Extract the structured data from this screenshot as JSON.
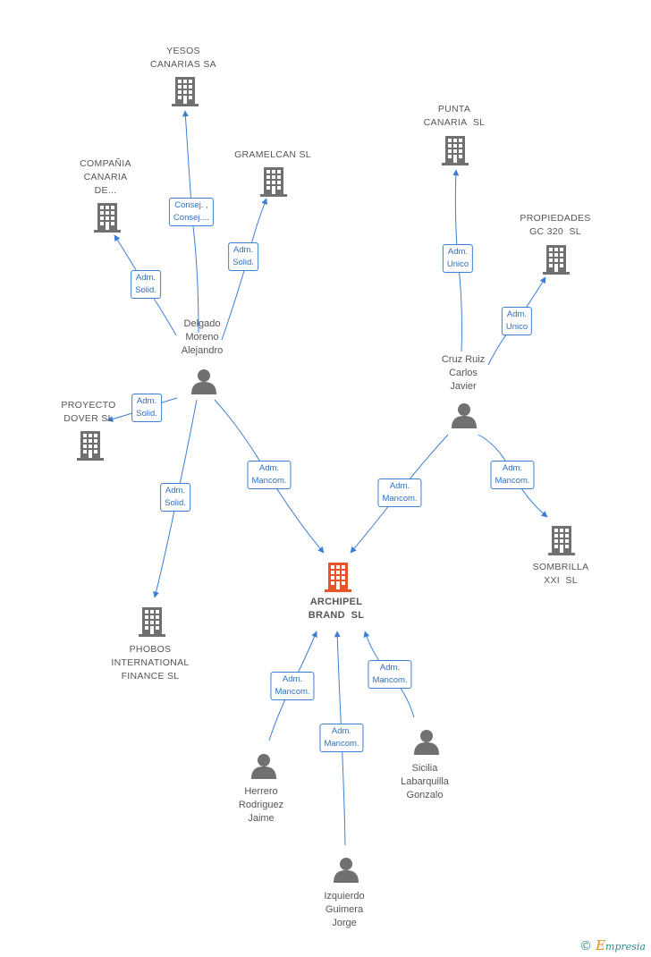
{
  "colors": {
    "edge": "#3a7fd4",
    "company": "#707070",
    "main_company": "#e8542a",
    "person": "#707070"
  },
  "companies": [
    {
      "id": "yesos",
      "lines": [
        "YESOS",
        "CANARIAS SA"
      ]
    },
    {
      "id": "gramelcan",
      "lines": [
        "GRAMELCAN SL"
      ]
    },
    {
      "id": "compania",
      "lines": [
        "COMPAÑIA",
        "CANARIA",
        "DE..."
      ]
    },
    {
      "id": "punta",
      "lines": [
        "PUNTA",
        "CANARIA  SL"
      ]
    },
    {
      "id": "propiedades",
      "lines": [
        "PROPIEDADES",
        "GC 320  SL"
      ]
    },
    {
      "id": "proyecto",
      "lines": [
        "PROYECTO",
        "DOVER SL"
      ]
    },
    {
      "id": "sombrilla",
      "lines": [
        "SOMBRILLA",
        "XXI  SL"
      ]
    },
    {
      "id": "phobos",
      "lines": [
        "PHOBOS",
        "INTERNATIONAL",
        "FINANCE SL"
      ]
    },
    {
      "id": "archipel",
      "lines": [
        "ARCHIPEL",
        "BRAND  SL"
      ],
      "main": true
    }
  ],
  "persons": [
    {
      "id": "delgado",
      "lines": [
        "Delgado",
        "Moreno",
        "Alejandro"
      ]
    },
    {
      "id": "cruz",
      "lines": [
        "Cruz Ruiz",
        "Carlos",
        "Javier"
      ]
    },
    {
      "id": "herrero",
      "lines": [
        "Herrero",
        "Rodriguez",
        "Jaime"
      ]
    },
    {
      "id": "izquierdo",
      "lines": [
        "Izquierdo",
        "Guimera",
        "Jorge"
      ]
    },
    {
      "id": "sicilia",
      "lines": [
        "Sicilia",
        "Labarquilla",
        "Gonzalo"
      ]
    }
  ],
  "edges": [
    {
      "id": "e1",
      "lines": [
        "Consej. ,",
        "Consej...."
      ]
    },
    {
      "id": "e2",
      "lines": [
        "Adm.",
        "Solid."
      ]
    },
    {
      "id": "e3",
      "lines": [
        "Adm.",
        "Solid."
      ]
    },
    {
      "id": "e4",
      "lines": [
        "Adm.",
        "Solid."
      ]
    },
    {
      "id": "e5",
      "lines": [
        "Adm.",
        "Solid."
      ]
    },
    {
      "id": "e6",
      "lines": [
        "Adm.",
        "Mancom."
      ]
    },
    {
      "id": "e7",
      "lines": [
        "Adm.",
        "Unico"
      ]
    },
    {
      "id": "e8",
      "lines": [
        "Adm.",
        "Unico"
      ]
    },
    {
      "id": "e9",
      "lines": [
        "Adm.",
        "Mancom."
      ]
    },
    {
      "id": "e10",
      "lines": [
        "Adm.",
        "Mancom."
      ]
    },
    {
      "id": "e11",
      "lines": [
        "Adm.",
        "Mancom."
      ]
    },
    {
      "id": "e12",
      "lines": [
        "Adm.",
        "Mancom."
      ]
    },
    {
      "id": "e13",
      "lines": [
        "Adm.",
        "Mancom."
      ]
    }
  ],
  "footer": {
    "copyright": "©",
    "brand_first": "E",
    "brand_rest": "mpresia"
  }
}
